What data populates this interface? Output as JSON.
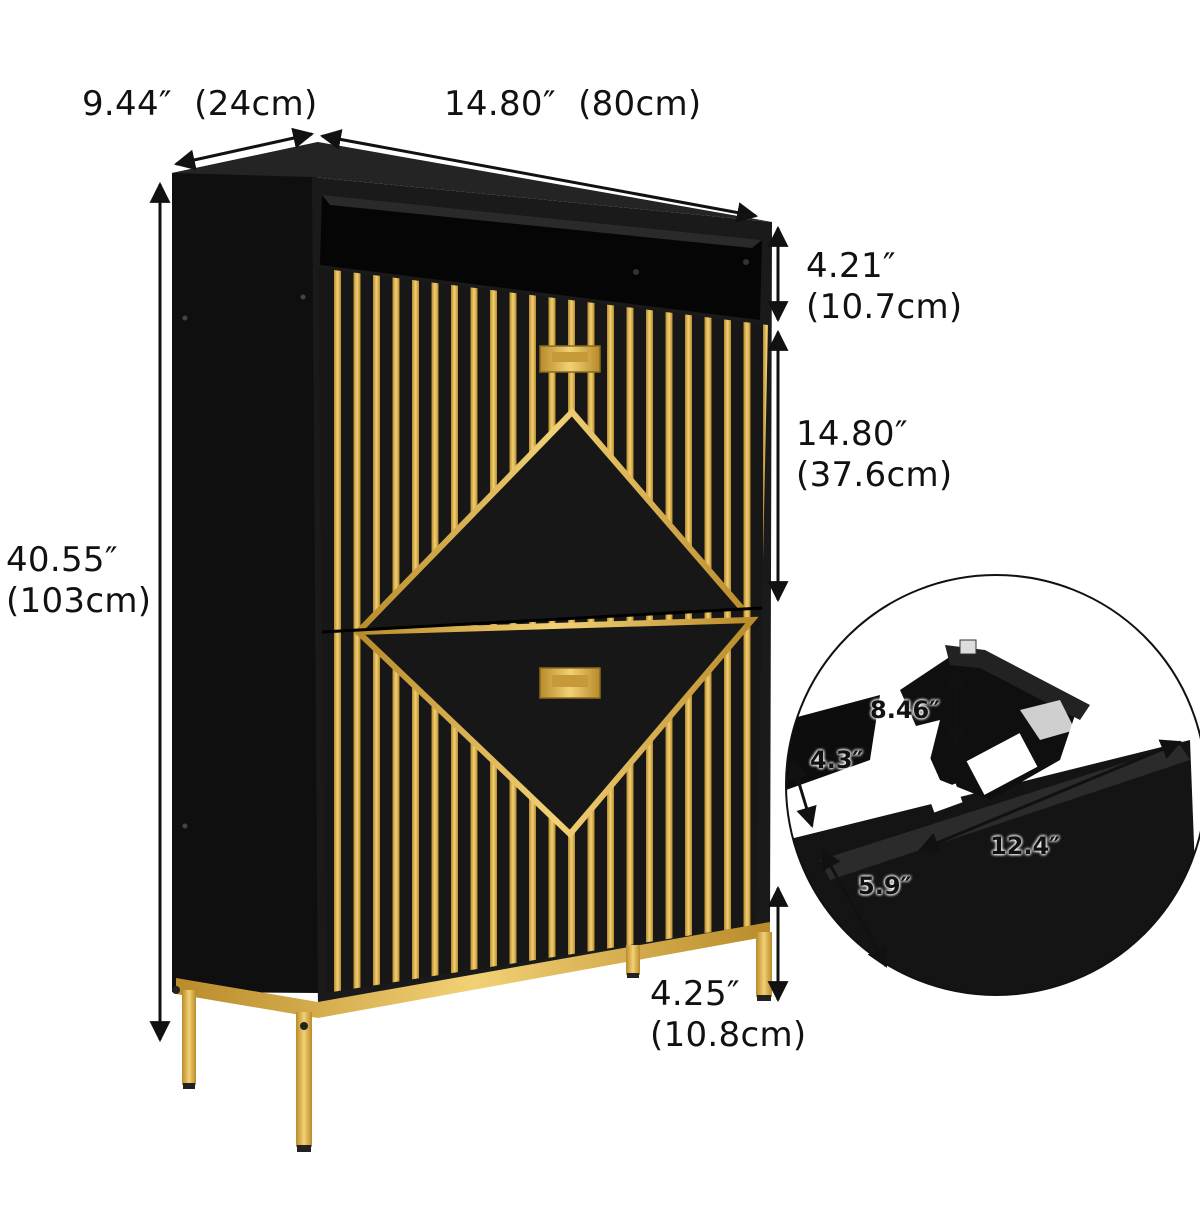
{
  "dimensions": {
    "depth": {
      "inch": "9.44″",
      "cm": "(24cm)"
    },
    "width": {
      "inch": "14.80″",
      "cm": "(80cm)"
    },
    "height": {
      "inch": "40.55″",
      "cm": "(103cm)"
    },
    "top_shelf": {
      "inch": "4.21″",
      "cm": "(10.7cm)"
    },
    "drawer": {
      "inch": "14.80″",
      "cm": "(37.6cm)"
    },
    "leg": {
      "inch": "4.25″",
      "cm": "(10.8cm)"
    }
  },
  "zoom_detail": {
    "labels": [
      "8.46″",
      "4.3″",
      "12.4″",
      "5.9″"
    ]
  },
  "colors": {
    "cabinet_black": "#161616",
    "cabinet_side": "#0d0d0d",
    "gold": "#d4a93f",
    "gold_light": "#f0cf6e",
    "dim_line": "#111111"
  }
}
